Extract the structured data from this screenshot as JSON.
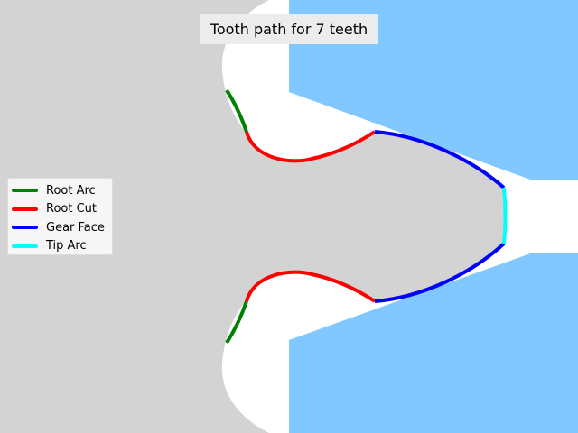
{
  "title": "Tooth path for 7 teeth",
  "colors": {
    "background": "#ffffff",
    "gear_body": "#d3d3d3",
    "rack": "#80c8ff",
    "title_bg": "#ececec"
  },
  "legend": {
    "position": "center-left",
    "items": [
      {
        "label": "Root Arc",
        "color": "#008000",
        "icon": "line-swatch"
      },
      {
        "label": "Root Cut",
        "color": "#ff0000",
        "icon": "line-swatch"
      },
      {
        "label": "Gear Face",
        "color": "#0000ff",
        "icon": "line-swatch"
      },
      {
        "label": "Tip Arc",
        "color": "#00ffff",
        "icon": "line-swatch"
      }
    ]
  }
}
